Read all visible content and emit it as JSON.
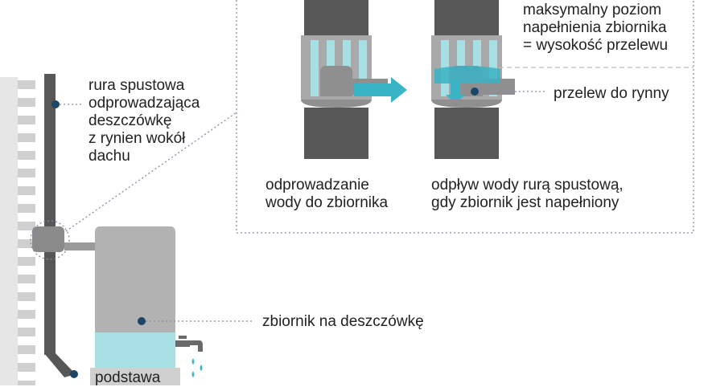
{
  "labels": {
    "downpipe": "rura spustowa\nodprowadzająca\ndeszczówkę\nz rynien wokół\ndachu",
    "max_level": "maksymalny poziom\nnapełnienia zbiornika\n= wysokość przelewu",
    "overflow": "przelew do rynny",
    "diverting": "odprowadzanie\nwody do zbiornika",
    "outflow_full": "odpływ wody rurą spustową,\ngdy zbiornik jest napełniony",
    "tank": "zbiornik na deszczówkę",
    "base": "podstawa"
  },
  "colors": {
    "pipe": "#575757",
    "pipe_light": "#a9a9a9",
    "tank": "#b2b2b2",
    "water": "#a6e0e4",
    "water_flow": "#39b3c6",
    "marker": "#1c4667",
    "dotted": "#8a8aa8"
  },
  "icons": [
    "faucet-icon",
    "water-drop-icon",
    "brick-wall"
  ]
}
